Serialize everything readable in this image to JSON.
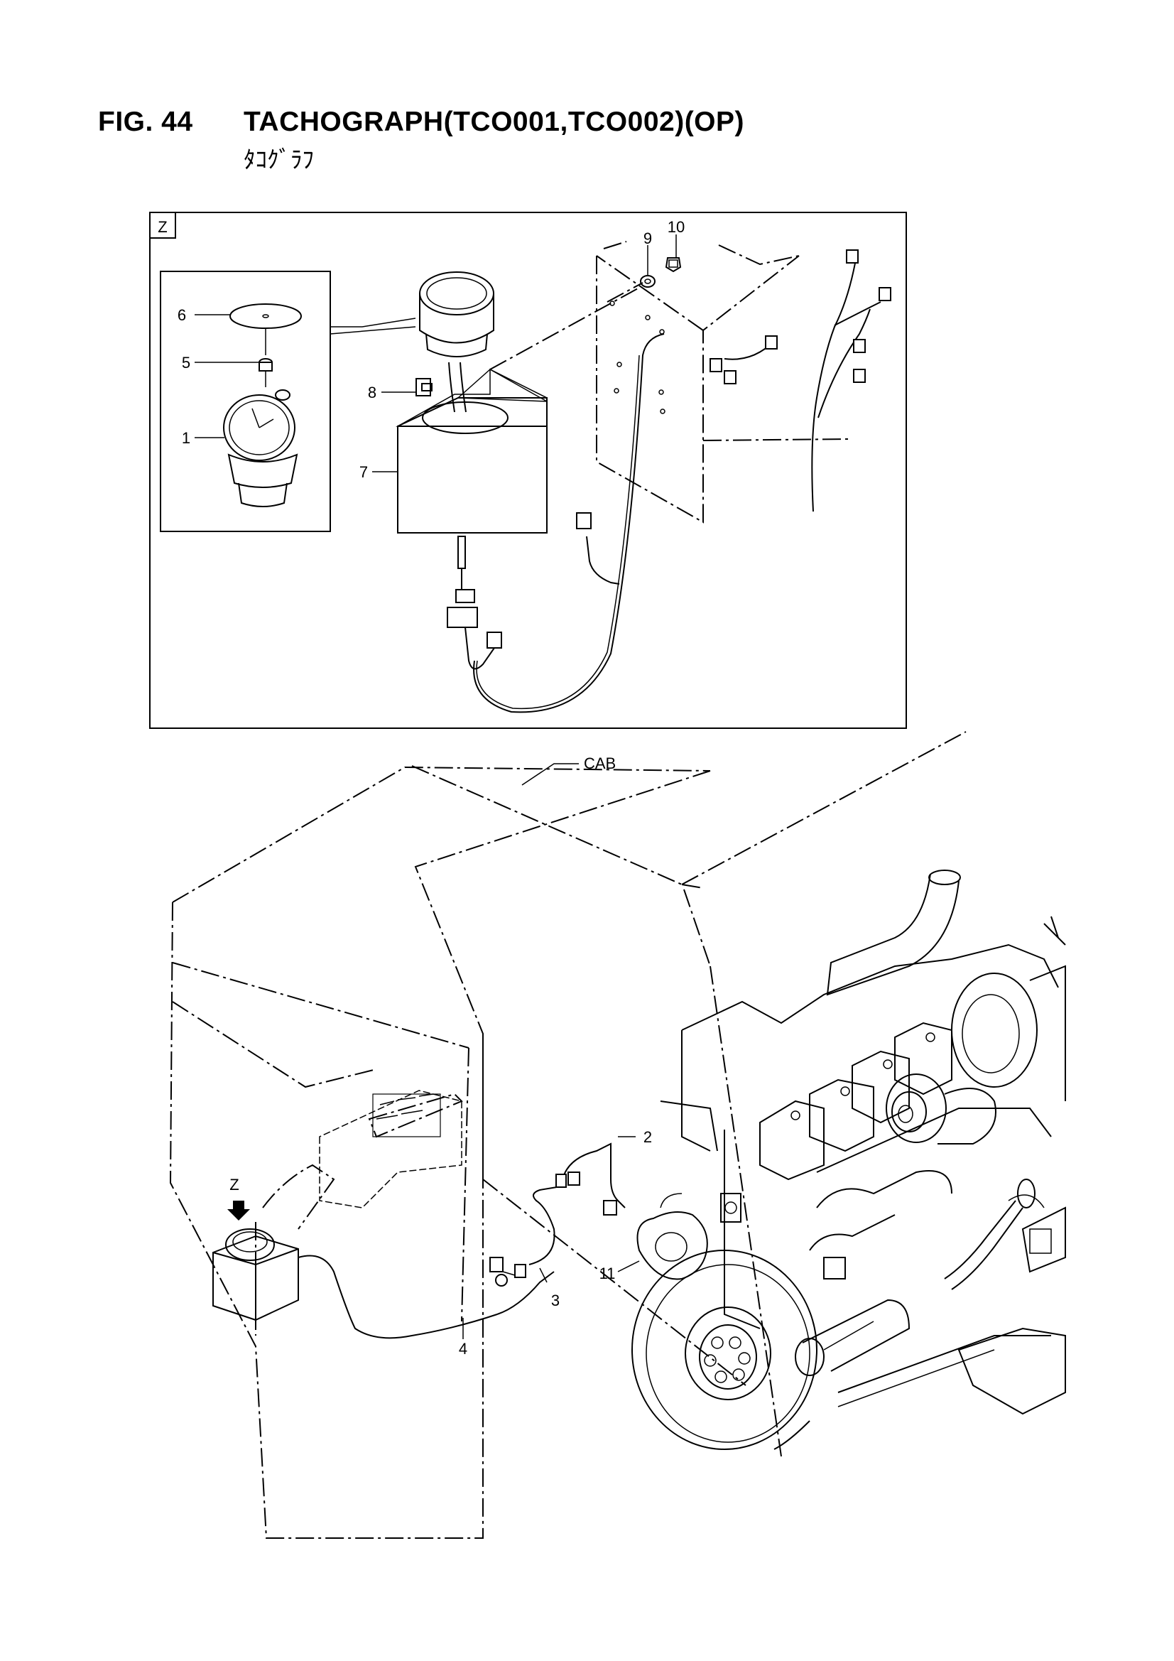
{
  "figure": {
    "number": "FIG. 44",
    "title": "TACHOGRAPH(TCO001,TCO002)(OP)",
    "subtitle": "ﾀｺｸﾞﾗﾌ"
  },
  "detail": {
    "view_label": "Z"
  },
  "callouts": {
    "p1": "1",
    "p2": "2",
    "p3": "3",
    "p4": "4",
    "p5": "5",
    "p6": "6",
    "p7": "7",
    "p8": "8",
    "p9": "9",
    "p10": "10",
    "p11": "11",
    "cab": "CAB",
    "z": "Z"
  }
}
